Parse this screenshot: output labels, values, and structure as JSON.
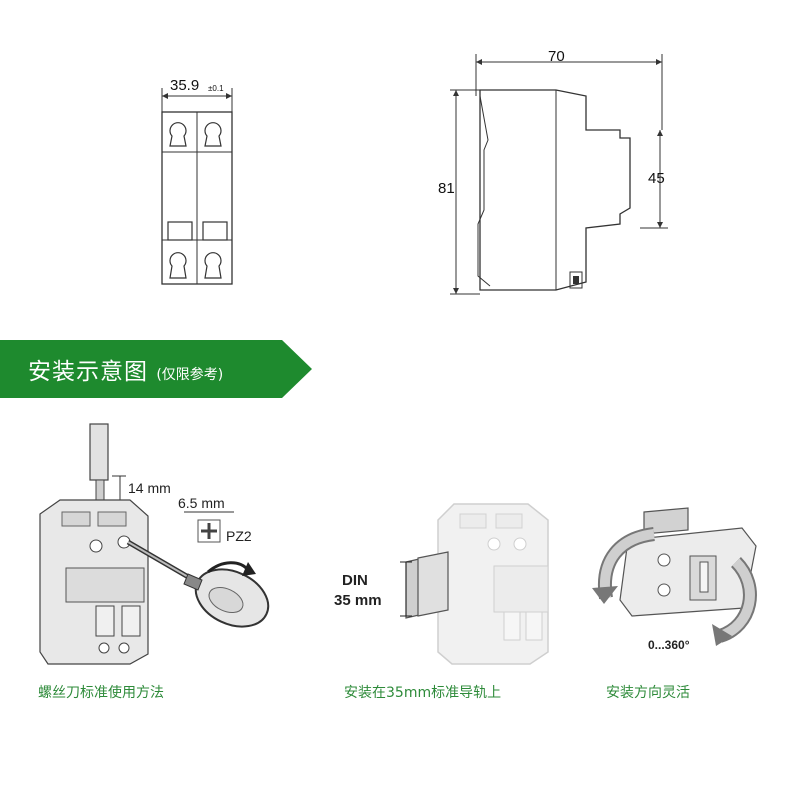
{
  "colors": {
    "accent_green": "#1e8a2e",
    "caption_green": "#2e8b3a",
    "line": "#333333",
    "device_gray": "#cfcfcf"
  },
  "front_view": {
    "width_label": "35.9",
    "tolerance_label": "±0.1"
  },
  "side_view": {
    "depth_label": "70",
    "height_label": "81",
    "rail_label": "45"
  },
  "banner": {
    "title": "安装示意图",
    "note": "(仅限参考)"
  },
  "screwdriver_panel": {
    "strip_length_label": "14 mm",
    "screwdriver_size_label": "6.5 mm",
    "screw_type_label": "PZ2",
    "caption": "螺丝刀标准使用方法"
  },
  "din_panel": {
    "din_label": "DIN",
    "din_size_label": "35 mm",
    "caption": "安装在35mm标准导轨上"
  },
  "rotation_panel": {
    "rotation_label": "0...360°",
    "caption": "安装方向灵活"
  }
}
